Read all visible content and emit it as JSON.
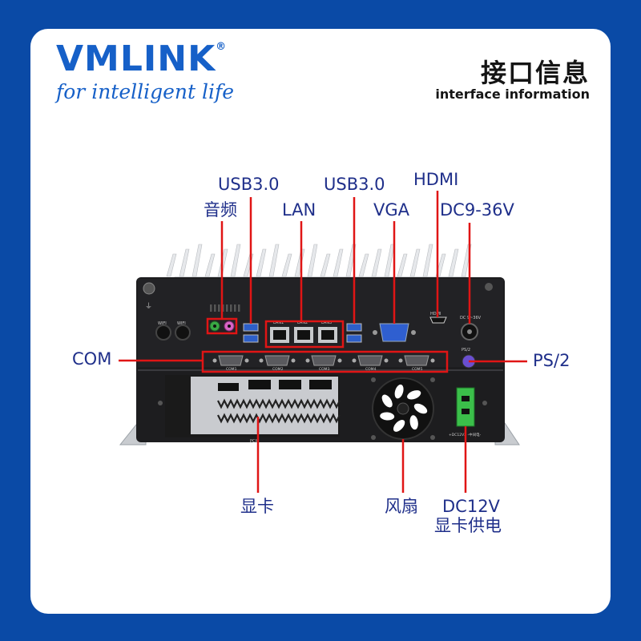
{
  "brand": {
    "name": "VMLINK",
    "registered": "®",
    "tagline": "for intelligent life"
  },
  "header": {
    "title_cn": "接口信息",
    "title_en": "interface information"
  },
  "labels": {
    "usb_left": "USB3.0",
    "audio": "音频",
    "lan": "LAN",
    "usb_right": "USB3.0",
    "vga": "VGA",
    "hdmi": "HDMI",
    "dc_in": "DC9-36V",
    "com": "COM",
    "ps2": "PS/2",
    "gpu": "显卡",
    "fan": "风扇",
    "dc12v_line1": "DC12V",
    "dc12v_line2": "显卡供电"
  },
  "device_print": {
    "wifi1": "WIFI",
    "wifi2": "WIFI",
    "lan1": "LAN1",
    "lan2": "LAN2",
    "lan3": "LAN3",
    "hdmi": "HDMI",
    "dc": "DC 9~36V",
    "ps2": "PS/2",
    "com1": "COM1",
    "com2": "COM2",
    "com3": "COM3",
    "com4": "COM4",
    "com5": "COM5",
    "pcie": "PCIE",
    "dc12v": "+DC12V2 -中间电-"
  },
  "colors": {
    "background": "#0a4aa6",
    "accent_red": "#e01515",
    "label_blue": "#1f2f8a",
    "brand_blue": "#1660c8"
  }
}
